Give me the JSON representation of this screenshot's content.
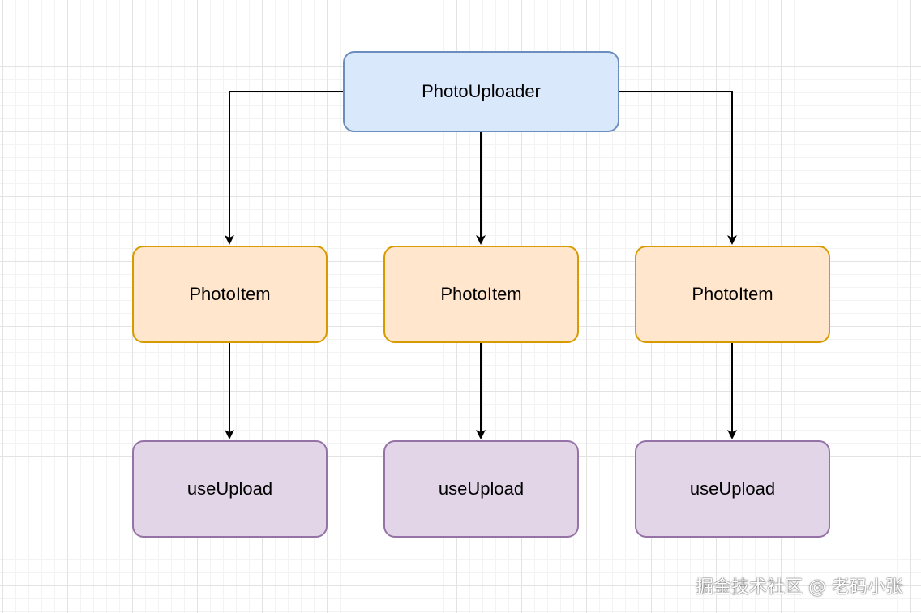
{
  "diagram": {
    "root": {
      "label": "PhotoUploader"
    },
    "items": [
      {
        "label": "PhotoItem",
        "hook": "useUpload"
      },
      {
        "label": "PhotoItem",
        "hook": "useUpload"
      },
      {
        "label": "PhotoItem",
        "hook": "useUpload"
      }
    ]
  },
  "colors": {
    "root_fill": "#dae8fc",
    "root_stroke": "#6c8ebf",
    "item_fill": "#ffe6cc",
    "item_stroke": "#d79b00",
    "hook_fill": "#e1d5e7",
    "hook_stroke": "#9673a6",
    "edge": "#000000"
  },
  "watermark": "掘金技术社区 @ 老码小张"
}
